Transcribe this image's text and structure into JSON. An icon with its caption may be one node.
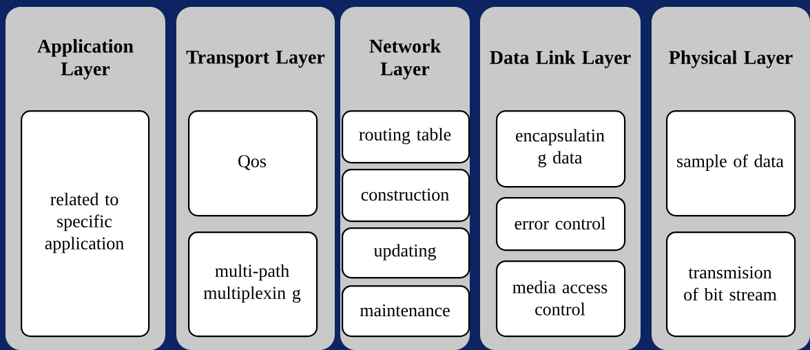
{
  "diagram": {
    "nodes": [
      {
        "text": [
          "Application Layer"
        ]
      },
      {
        "text": [
          "related to specific application"
        ],
        "in": 0
      },
      {
        "text": [
          "Transport Layer"
        ]
      },
      {
        "text": [
          "Qos"
        ],
        "in": 2
      },
      {
        "text": [
          "multi-path multiplexin g"
        ],
        "in": 2
      },
      {
        "text": [
          "Network Layer"
        ]
      },
      {
        "text": [
          "routing table"
        ],
        "in": 5
      },
      {
        "text": [
          "construction"
        ],
        "in": 5
      },
      {
        "text": [
          "updating"
        ],
        "in": 5
      },
      {
        "text": [
          "maintenance"
        ],
        "in": 5
      },
      {
        "text": [
          "Data Link Layer"
        ]
      },
      {
        "text": [
          "encapsulatin g data"
        ],
        "in": 10
      },
      {
        "text": [
          "error control"
        ],
        "in": 10
      },
      {
        "text": [
          "media access control"
        ],
        "in": 10
      },
      {
        "text": [
          "Physical Layer"
        ]
      },
      {
        "text": [
          "sample of data"
        ],
        "in": 14
      },
      {
        "text": [
          "transmision of bit stream"
        ],
        "in": 14
      }
    ]
  }
}
